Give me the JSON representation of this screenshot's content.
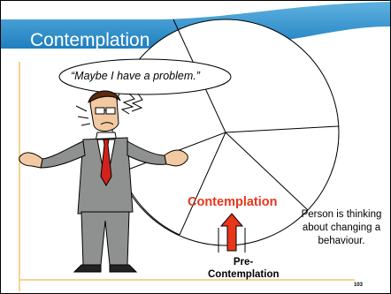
{
  "slide": {
    "title": "Contemplation",
    "quote": "“Maybe I have a problem.”",
    "stage_label": "Contemplation",
    "previous_stage": "Pre-\nContemplation",
    "description": "Person is thinking about changing a behaviour.",
    "page_number": "103"
  },
  "colors": {
    "header_band": "#2a8bc5",
    "accent_line": "#f6d293",
    "stage_text": "#e8361b",
    "arrow": "#e8361b"
  },
  "icons": [
    "thought-bubble-icon",
    "stressed-man-icon",
    "up-arrow-icon",
    "stage-wheel-icon"
  ]
}
